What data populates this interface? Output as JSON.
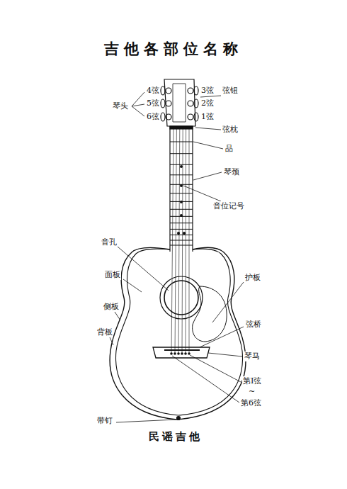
{
  "diagram": {
    "title": "吉他各部位名称",
    "caption": "民谣吉他",
    "labels": [
      "4弦",
      "3弦",
      "弦钮",
      "琴头",
      "5弦",
      "2弦",
      "6弦",
      "1弦",
      "弦枕",
      "品",
      "琴颈",
      "音位记号",
      "音孔",
      "面板",
      "护板",
      "侧板",
      "背板",
      "弦桥",
      "琴马",
      "第Ⅰ弦",
      "~",
      "第6弦",
      "带钉"
    ]
  }
}
